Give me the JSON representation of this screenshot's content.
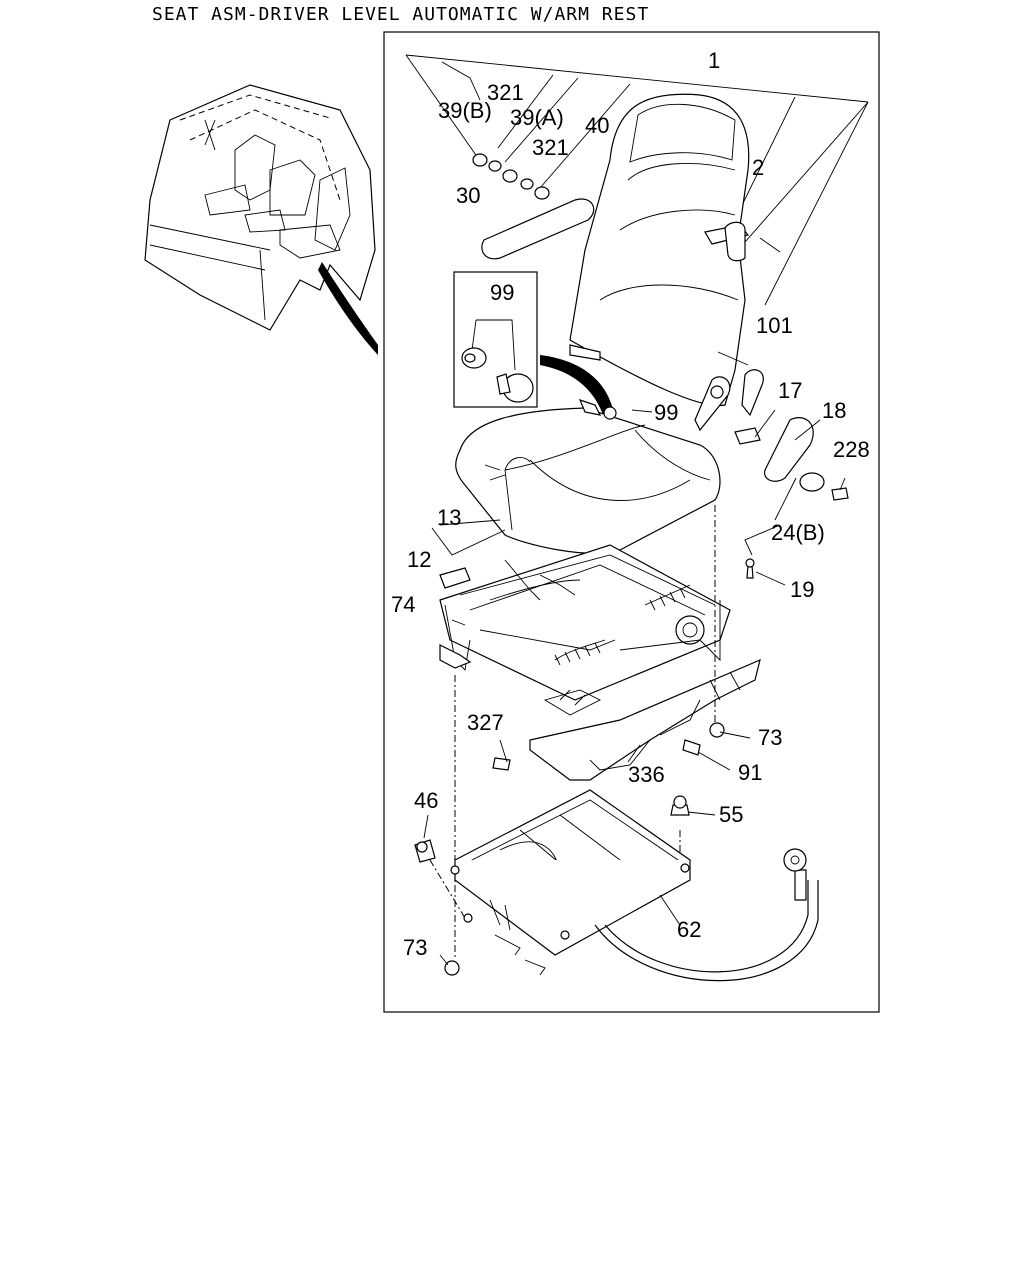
{
  "title": "SEAT ASM-DRIVER LEVEL AUTOMATIC W/ARM REST",
  "callouts": {
    "c1": "1",
    "c2": "2",
    "c12": "12",
    "c13": "13",
    "c17": "17",
    "c18": "18",
    "c19": "19",
    "c24b": "24(B)",
    "c30": "30",
    "c39a": "39(A)",
    "c39b": "39(B)",
    "c40": "40",
    "c46": "46",
    "c55": "55",
    "c62": "62",
    "c73a": "73",
    "c73b": "73",
    "c74": "74",
    "c91": "91",
    "c99a": "99",
    "c99b": "99",
    "c101": "101",
    "c228": "228",
    "c321a": "321",
    "c321b": "321",
    "c327": "327",
    "c336": "336"
  }
}
